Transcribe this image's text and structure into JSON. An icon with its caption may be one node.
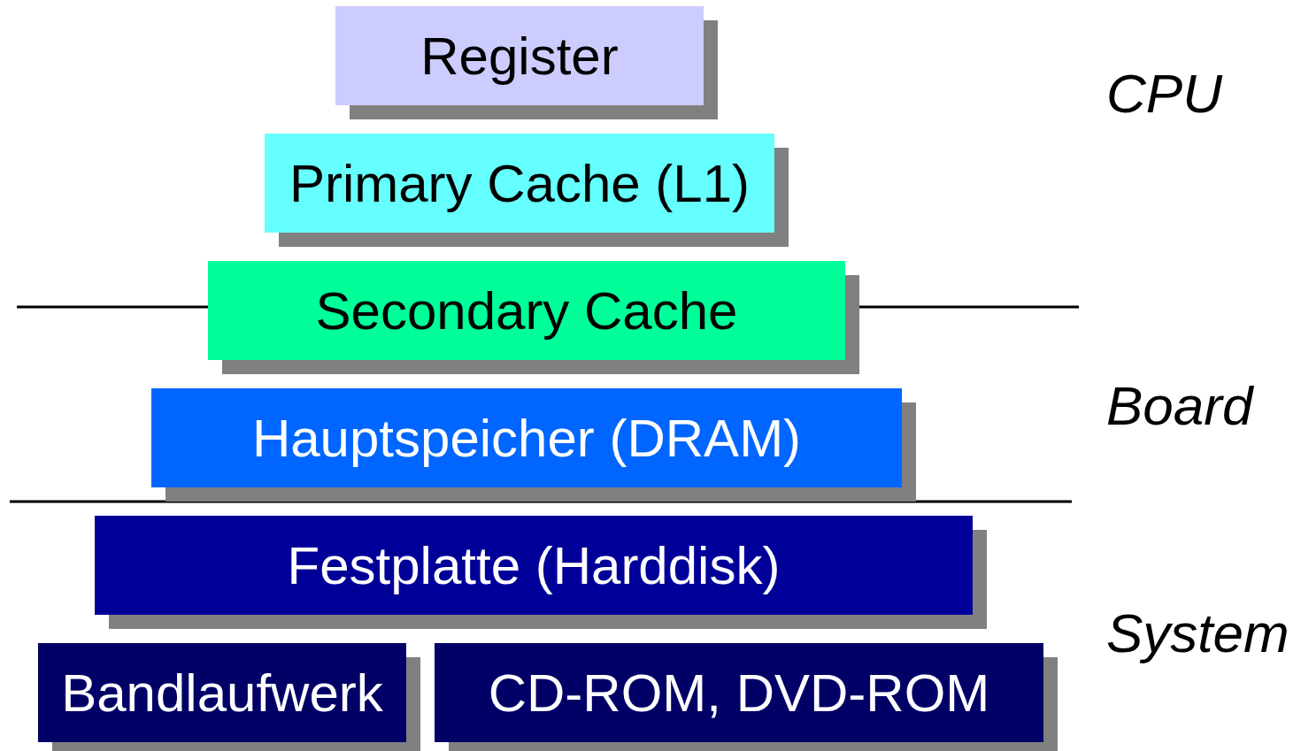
{
  "diagram": {
    "nodes": [
      {
        "text": [
          "Register"
        ]
      },
      {
        "text": [
          "Primary Cache (L1)"
        ]
      },
      {
        "text": [
          "Secondary Cache"
        ]
      },
      {
        "text": [
          "Hauptspeicher (DRAM)"
        ]
      },
      {
        "text": [
          "Festplatte (Harddisk)"
        ]
      },
      {
        "text": [
          "Bandlaufwerk"
        ]
      },
      {
        "text": [
          "CD-ROM, DVD-ROM"
        ]
      }
    ],
    "labels": [
      "CPU",
      "Board",
      "System"
    ]
  }
}
